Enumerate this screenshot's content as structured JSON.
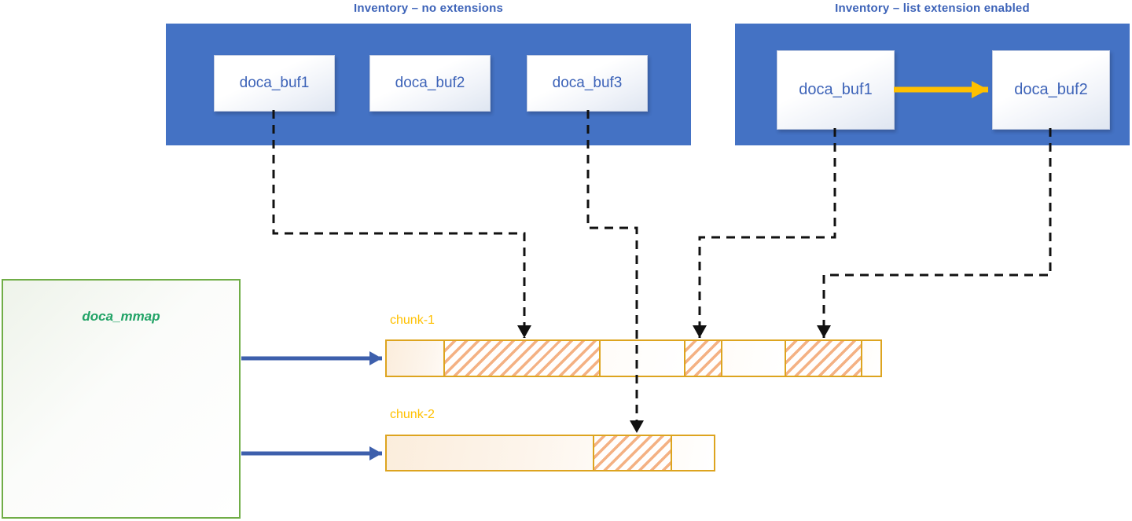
{
  "diagram": {
    "left_inventory": {
      "title": "Inventory – no extensions",
      "buffers": [
        "doca_buf1",
        "doca_buf2",
        "doca_buf3"
      ]
    },
    "right_inventory": {
      "title": "Inventory – list extension enabled",
      "buffers": [
        "doca_buf1",
        "doca_buf2"
      ],
      "list_link": "doca_buf1 → doca_buf2"
    },
    "mmap_label": "doca_mmap",
    "chunks": [
      {
        "label": "chunk-1",
        "segments": [
          {
            "type": "free-start"
          },
          {
            "type": "hatched-buffer-data"
          },
          {
            "type": "free"
          },
          {
            "type": "hatched-buffer-data"
          },
          {
            "type": "free"
          },
          {
            "type": "hatched-buffer-data"
          },
          {
            "type": "free-end"
          }
        ]
      },
      {
        "label": "chunk-2",
        "segments": [
          {
            "type": "free-start"
          },
          {
            "type": "hatched-buffer-data"
          },
          {
            "type": "free-end"
          }
        ]
      }
    ],
    "chunk1_label": "chunk-1",
    "chunk2_label": "chunk-2",
    "connections": [
      "left doca_buf1 -> chunk-1 hatched segment 1",
      "left doca_buf3 -> chunk-2 hatched segment",
      "right doca_buf1 -> chunk-1 hatched segment 2",
      "right doca_buf2 -> chunk-1 hatched segment 3",
      "doca_mmap -> chunk-1",
      "doca_mmap -> chunk-2"
    ],
    "colors": {
      "inventory_fill": "#4472C4",
      "title_text": "#3D63B8",
      "buffer_text": "#3D63B8",
      "mmap_border": "#70AD47",
      "mmap_text": "#21A366",
      "chunk_border": "#DDA41F",
      "chunk_label_text": "#FFC000",
      "hatch_stripe": "#F4B183",
      "list_extension_arrow": "#FFC000",
      "mmap_arrow": "#3D5FAC",
      "dashed_connector": "#111111"
    }
  }
}
